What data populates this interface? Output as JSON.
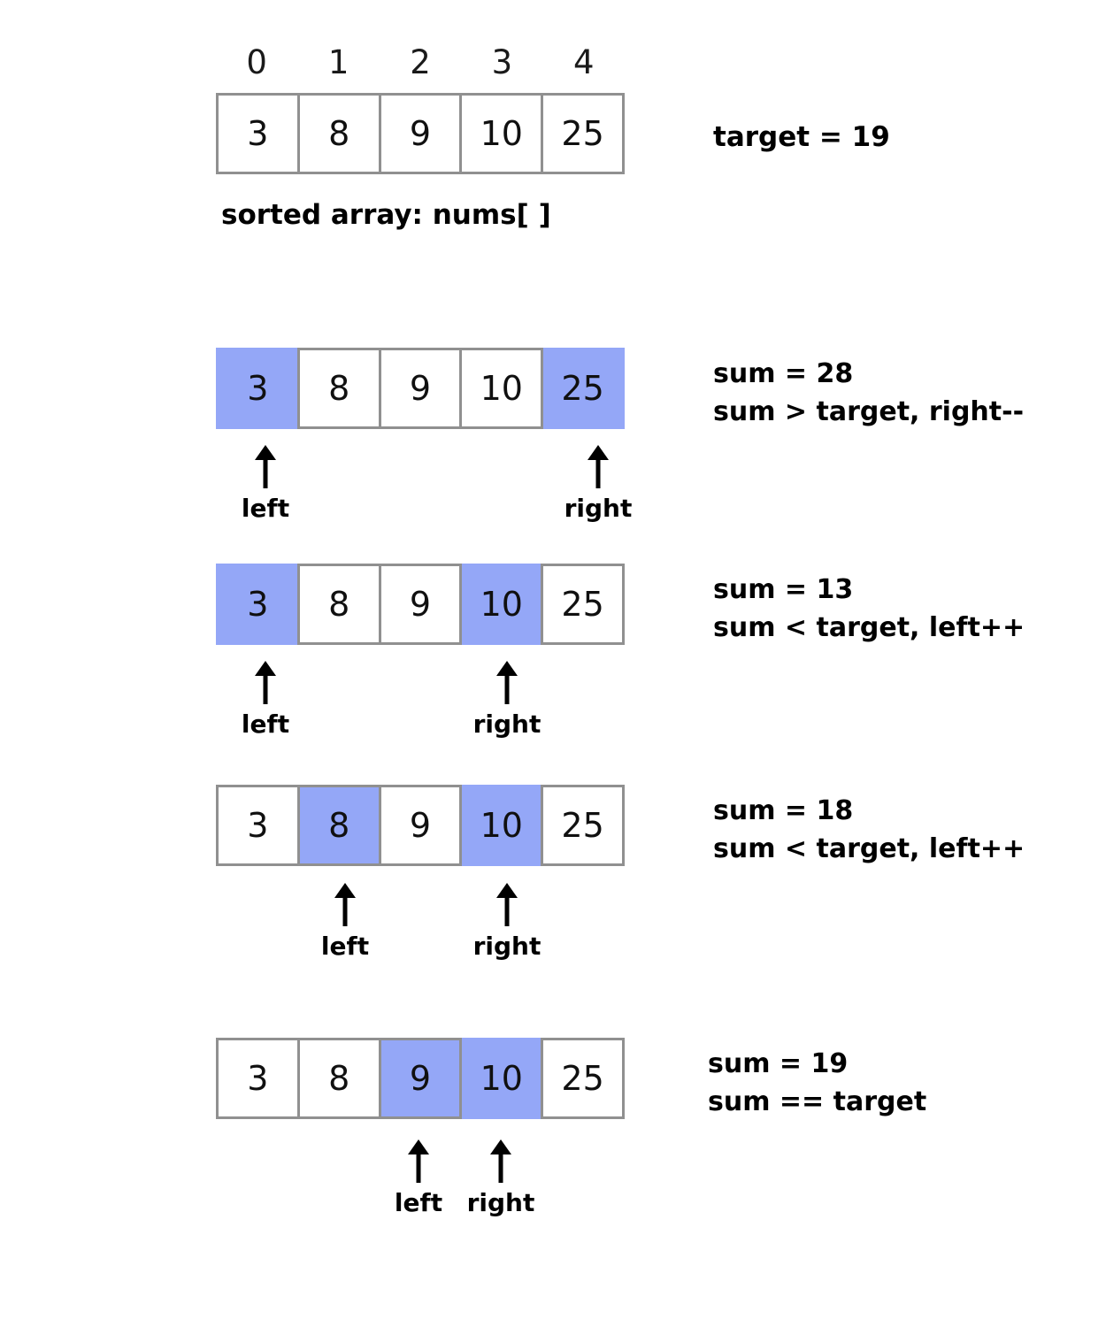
{
  "diagram": {
    "title_caption": "sorted array: nums[ ]",
    "target_label": "target = 19",
    "highlight_color": "#94a7f7",
    "border_color": "#909090",
    "indices": [
      "0",
      "1",
      "2",
      "3",
      "4"
    ],
    "array": [
      "3",
      "8",
      "9",
      "10",
      "25"
    ],
    "pointer_names": {
      "left": "left",
      "right": "right"
    },
    "steps": [
      {
        "values": [
          "3",
          "8",
          "9",
          "10",
          "25"
        ],
        "left_index": 0,
        "right_index": 4,
        "note_line1": "sum = 28",
        "note_line2": "sum > target, right--",
        "left_label": "left",
        "right_label": "right"
      },
      {
        "values": [
          "3",
          "8",
          "9",
          "10",
          "25"
        ],
        "left_index": 0,
        "right_index": 3,
        "note_line1": "sum = 13",
        "note_line2": "sum < target, left++",
        "left_label": "left",
        "right_label": "right"
      },
      {
        "values": [
          "3",
          "8",
          "9",
          "10",
          "25"
        ],
        "left_index": 1,
        "right_index": 3,
        "note_line1": "sum = 18",
        "note_line2": "sum < target, left++",
        "left_label": "left",
        "right_label": "right"
      },
      {
        "values": [
          "3",
          "8",
          "9",
          "10",
          "25"
        ],
        "left_index": 2,
        "right_index": 3,
        "note_line1": "sum = 19",
        "note_line2": "sum == target",
        "left_label": "left",
        "right_label": "right"
      }
    ]
  }
}
